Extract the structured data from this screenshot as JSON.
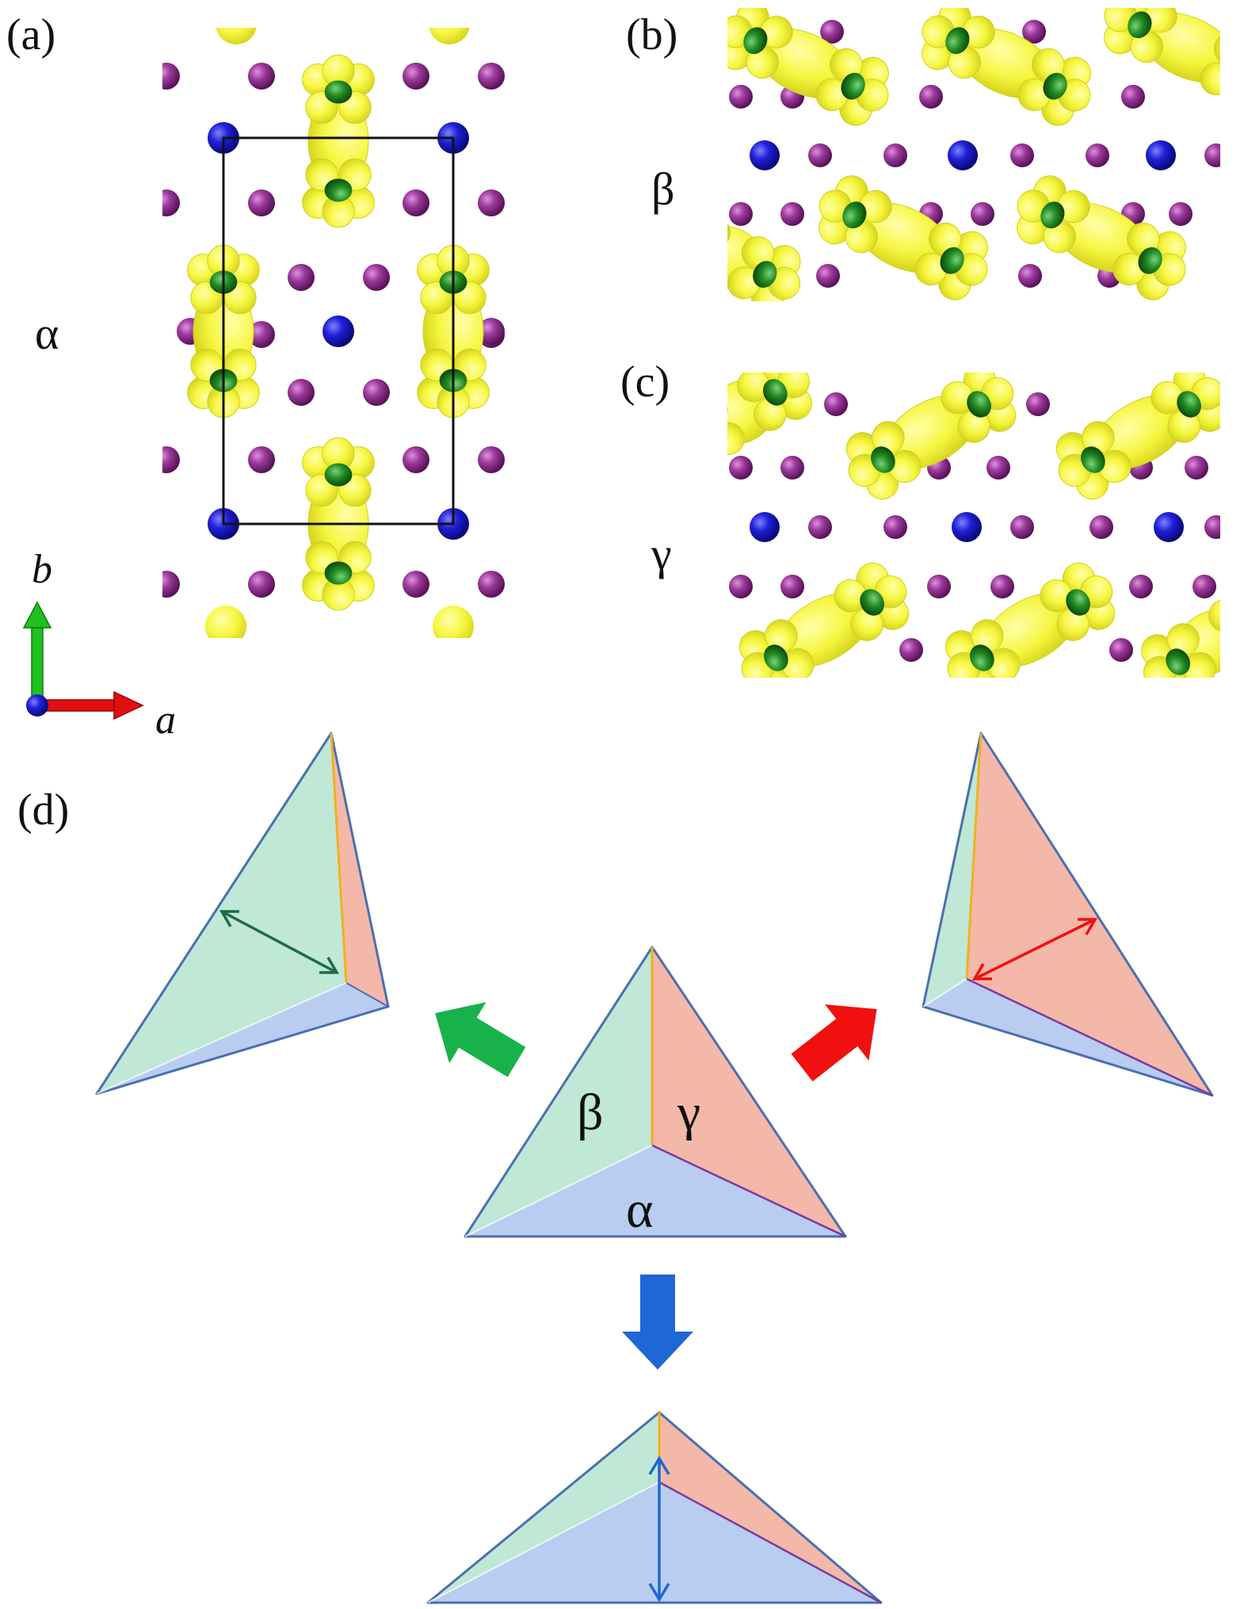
{
  "panels": {
    "a": {
      "label": "(a)",
      "phase": "α"
    },
    "b": {
      "label": "(b)",
      "phase": "β"
    },
    "c": {
      "label": "(c)",
      "phase": "γ"
    },
    "d": {
      "label": "(d)"
    }
  },
  "axes": {
    "b": "b",
    "a": "a"
  },
  "central_tetrahedron": {
    "face_beta": "β",
    "face_gamma": "γ",
    "face_alpha": "α"
  },
  "colors": {
    "orbital": "#f2f23a",
    "orbital_edge": "#d8d820",
    "green_atom": "#1f8a1f",
    "purple_atom": "#8a2a8a",
    "blue_atom": "#1a1ad0",
    "face_green": "#bfe8d6",
    "face_red": "#f4b8a8",
    "face_blue": "#b8cdf0",
    "edge": "#4a6fb0",
    "arrow_green": "#18b24a",
    "arrow_red": "#f01010",
    "arrow_blue": "#1f66d6",
    "axis_green": "#20c020",
    "axis_red": "#e01010",
    "axis_origin": "#1a1a80"
  },
  "icons": {
    "axis_b": "green-arrow-icon",
    "axis_a": "red-arrow-icon",
    "move_left": "green-block-arrow-icon",
    "move_right": "red-block-arrow-icon",
    "move_down": "blue-block-arrow-icon"
  }
}
